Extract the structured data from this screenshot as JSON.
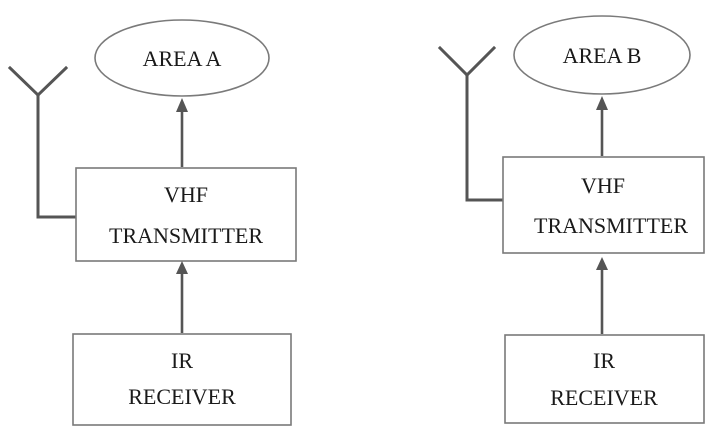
{
  "left_chain": {
    "area_label": "AREA A",
    "transmitter_line1": "VHF",
    "transmitter_line2": "TRANSMITTER",
    "receiver_line1": "IR",
    "receiver_line2": "RECEIVER"
  },
  "right_chain": {
    "area_label": "AREA B",
    "transmitter_line1": "VHF",
    "transmitter_line2": "TRANSMITTER",
    "receiver_line1": "IR",
    "receiver_line2": "RECEIVER"
  }
}
